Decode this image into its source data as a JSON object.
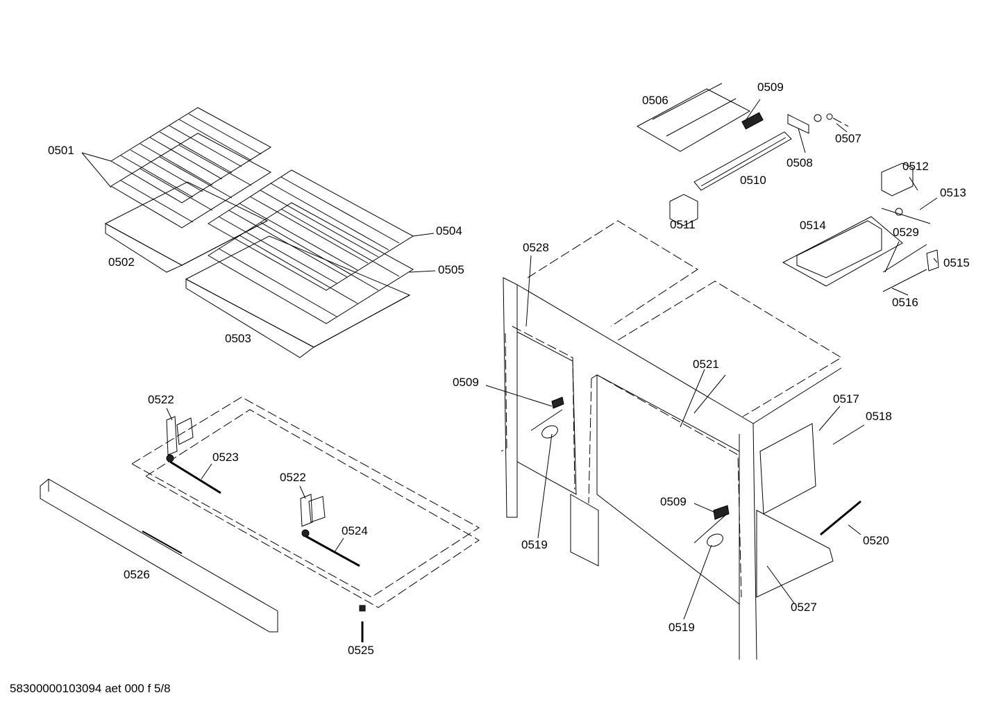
{
  "diagram": {
    "labels": {
      "l0501": "0501",
      "l0502": "0502",
      "l0503": "0503",
      "l0504": "0504",
      "l0505": "0505",
      "l0506": "0506",
      "l0507": "0507",
      "l0508": "0508",
      "l0509a": "0509",
      "l0509b": "0509",
      "l0509c": "0509",
      "l0510": "0510",
      "l0511": "0511",
      "l0512": "0512",
      "l0513": "0513",
      "l0514": "0514",
      "l0515": "0515",
      "l0516": "0516",
      "l0517": "0517",
      "l0518": "0518",
      "l0519a": "0519",
      "l0519b": "0519",
      "l0520": "0520",
      "l0521": "0521",
      "l0522a": "0522",
      "l0522b": "0522",
      "l0523": "0523",
      "l0524": "0524",
      "l0525": "0525",
      "l0526": "0526",
      "l0527": "0527",
      "l0528": "0528",
      "l0529": "0529"
    },
    "footer": "58300000103094 aet 000 f 5/8"
  }
}
